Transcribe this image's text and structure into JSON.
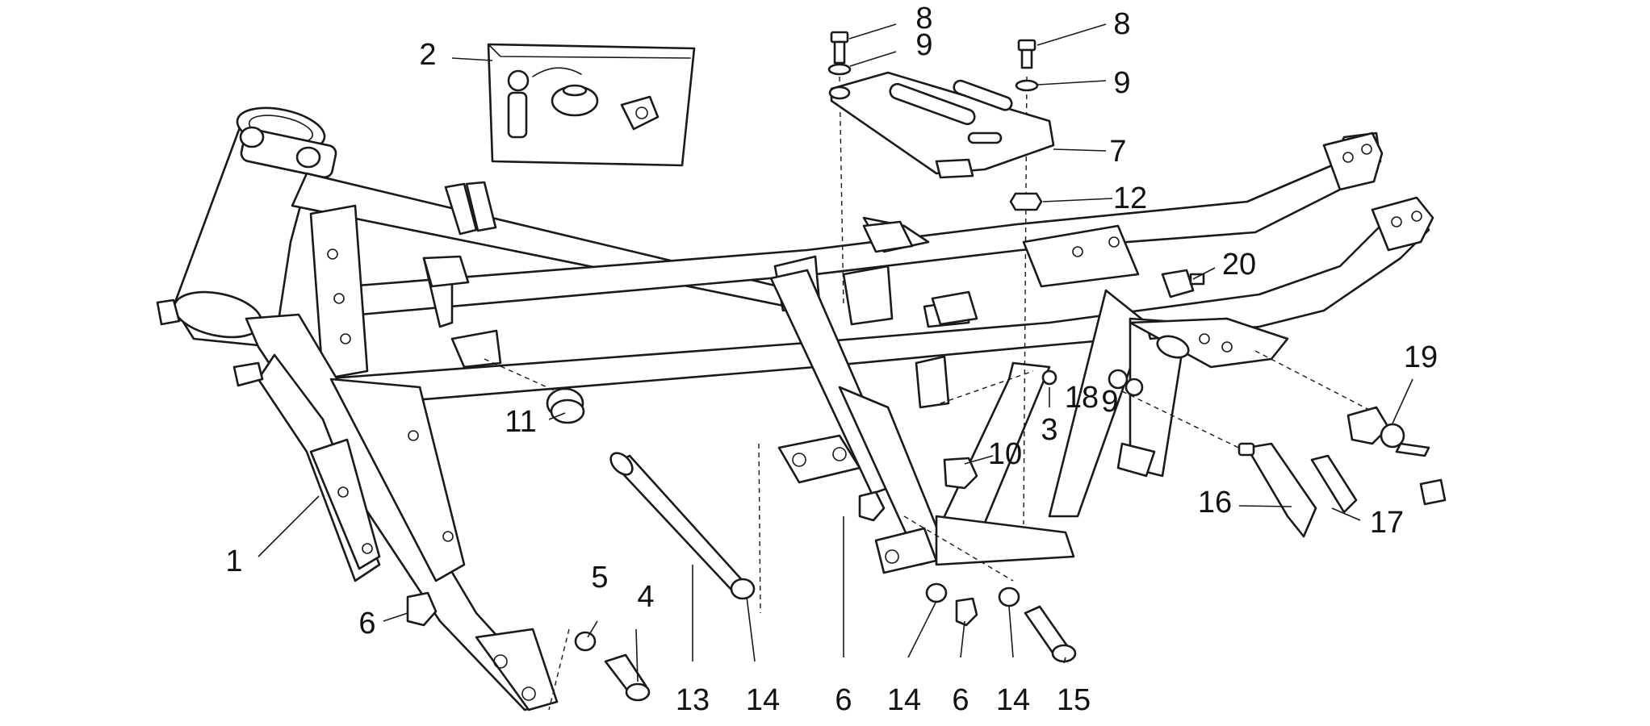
{
  "diagram": {
    "callouts": [
      {
        "id": "c1",
        "label": "1"
      },
      {
        "id": "c2",
        "label": "2"
      },
      {
        "id": "c3",
        "label": "3"
      },
      {
        "id": "c4",
        "label": "4"
      },
      {
        "id": "c5",
        "label": "5"
      },
      {
        "id": "c6a",
        "label": "6"
      },
      {
        "id": "c6b",
        "label": "6"
      },
      {
        "id": "c6c",
        "label": "6"
      },
      {
        "id": "c7",
        "label": "7"
      },
      {
        "id": "c8a",
        "label": "8"
      },
      {
        "id": "c8b",
        "label": "8"
      },
      {
        "id": "c9a",
        "label": "9"
      },
      {
        "id": "c9b",
        "label": "9"
      },
      {
        "id": "c9c",
        "label": "9"
      },
      {
        "id": "c10",
        "label": "10"
      },
      {
        "id": "c11",
        "label": "11"
      },
      {
        "id": "c12",
        "label": "12"
      },
      {
        "id": "c13",
        "label": "13"
      },
      {
        "id": "c14a",
        "label": "14"
      },
      {
        "id": "c14b",
        "label": "14"
      },
      {
        "id": "c14c",
        "label": "14"
      },
      {
        "id": "c15",
        "label": "15"
      },
      {
        "id": "c16",
        "label": "16"
      },
      {
        "id": "c17",
        "label": "17"
      },
      {
        "id": "c18",
        "label": "18"
      },
      {
        "id": "c19",
        "label": "19"
      },
      {
        "id": "c20",
        "label": "20"
      }
    ]
  }
}
